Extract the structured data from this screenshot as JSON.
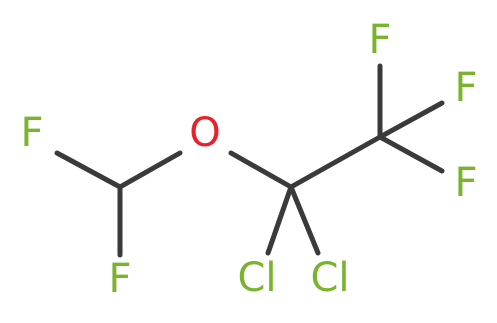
{
  "molecule": {
    "atoms": [
      {
        "id": "F1",
        "symbol": "F",
        "color": "#7ab32e"
      },
      {
        "id": "F2",
        "symbol": "F",
        "color": "#7ab32e"
      },
      {
        "id": "O1",
        "symbol": "O",
        "color": "#e8222a"
      },
      {
        "id": "Cl1",
        "symbol": "Cl",
        "color": "#7ab32e"
      },
      {
        "id": "Cl2",
        "symbol": "Cl",
        "color": "#7ab32e"
      },
      {
        "id": "F3",
        "symbol": "F",
        "color": "#7ab32e"
      },
      {
        "id": "F4",
        "symbol": "F",
        "color": "#7ab32e"
      },
      {
        "id": "F5",
        "symbol": "F",
        "color": "#7ab32e"
      }
    ],
    "bond_color": "#3a3a3a"
  }
}
